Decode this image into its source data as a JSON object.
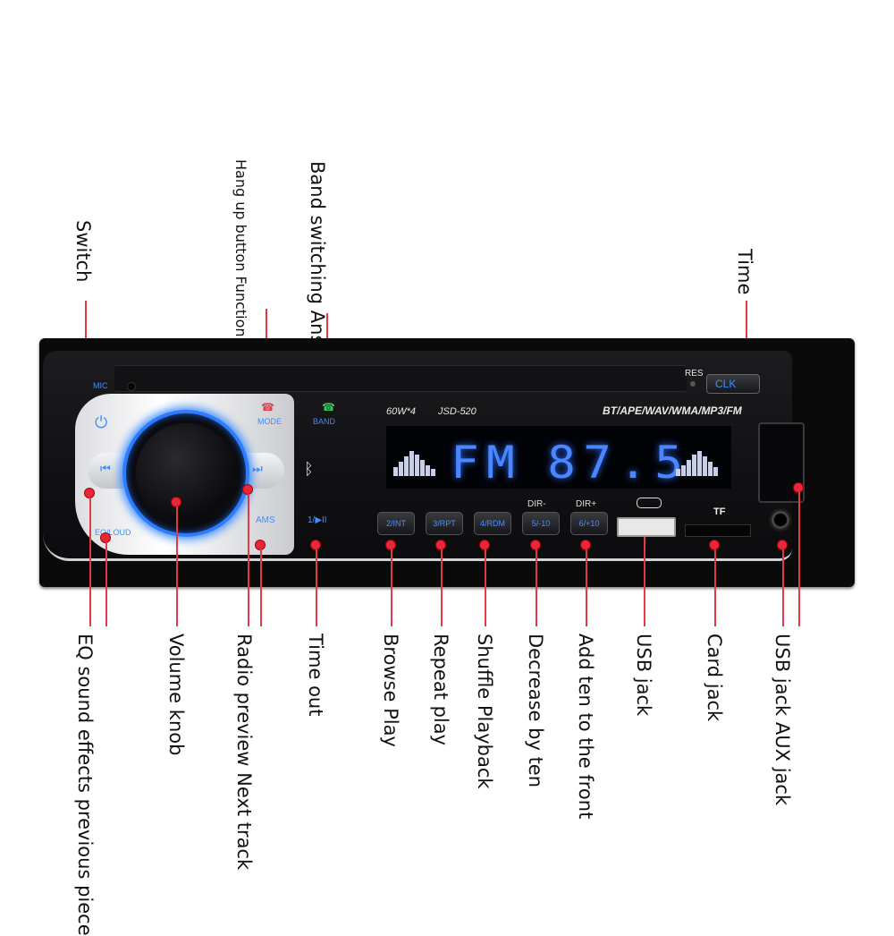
{
  "annotations": {
    "switch": "Switch",
    "hang_up": [
      "Hang up button",
      "Function switching"
    ],
    "band": [
      "Band switching",
      "Answer button"
    ],
    "time": "Time",
    "eq": [
      "EQ sound effects",
      "previous piece"
    ],
    "volume": "Volume knob",
    "radio": [
      "Radio preview",
      "Next track"
    ],
    "timeout": "Time out",
    "browse": "Browse Play",
    "repeat": "Repeat play",
    "shuffle": "Shuffle Playback",
    "decrease": "Decrease by ten",
    "add": "Add ten to the front",
    "usb_jack": "USB jack",
    "card_jack": "Card jack",
    "usb_aux": [
      "USB jack",
      "AUX jack"
    ]
  },
  "device": {
    "mic": "MIC",
    "res": "RES",
    "clk": "CLK",
    "mode": "MODE",
    "band": "BAND",
    "power_rating": "60W*4",
    "model": "JSD-520",
    "formats": "BT/APE/WAV/WMA/MP3/FM",
    "display_band": "FM",
    "display_freq": "87.5",
    "ams": "AMS",
    "play_pause": "1/▶II",
    "eq_loud": "EQ/LOUD",
    "presets": [
      "2/INT",
      "3/RPT",
      "4/RDM",
      "5/-10",
      "6/+10"
    ],
    "dir_minus": "DIR-",
    "dir_plus": "DIR+",
    "tf": "TF"
  },
  "colors": {
    "accent_blue": "#2b7cff",
    "marker_red": "#e8283a",
    "display_blue": "#4a86ff"
  }
}
